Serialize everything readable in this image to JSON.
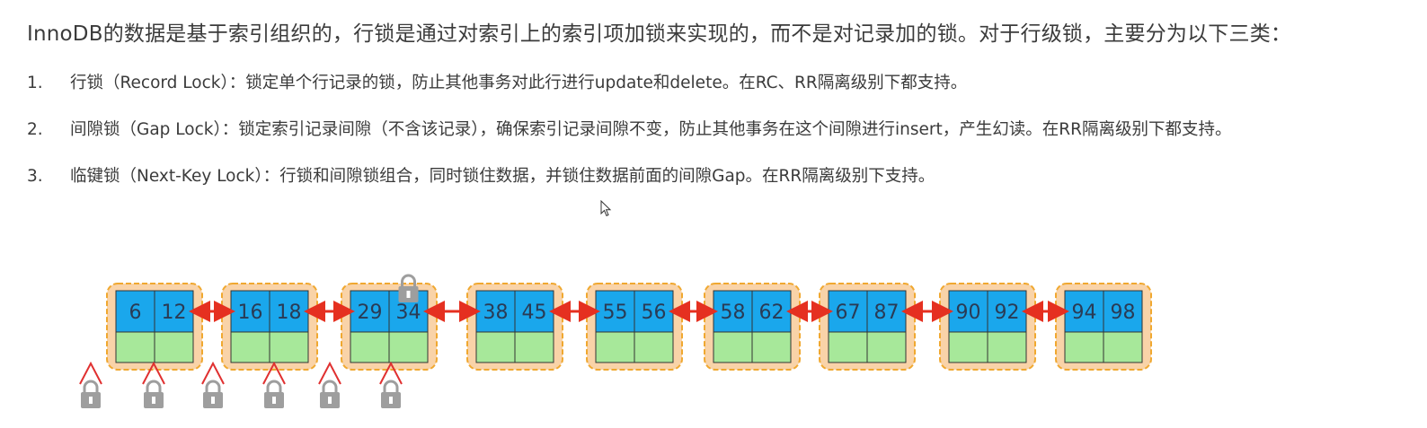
{
  "intro": "InnoDB的数据是基于索引组织的，行锁是通过对索引上的索引项加锁来实现的，而不是对记录加的锁。对于行级锁，主要分为以下三类：",
  "items": [
    {
      "num": "1.",
      "text": "行锁（Record Lock）：锁定单个行记录的锁，防止其他事务对此行进行update和delete。在RC、RR隔离级别下都支持。"
    },
    {
      "num": "2.",
      "text": "间隙锁（Gap Lock）：锁定索引记录间隙（不含该记录），确保索引记录间隙不变，防止其他事务在这个间隙进行insert，产生幻读。在RR隔离级别下都支持。"
    },
    {
      "num": "3.",
      "text": "临键锁（Next-Key Lock）：行锁和间隙锁组合，同时锁住数据，并锁住数据前面的间隙Gap。在RR隔离级别下支持。"
    }
  ],
  "diagram": {
    "nodes": [
      [
        "6",
        "12"
      ],
      [
        "16",
        "18"
      ],
      [
        "29",
        "34"
      ],
      [
        "38",
        "45"
      ],
      [
        "55",
        "56"
      ],
      [
        "58",
        "62"
      ],
      [
        "67",
        "87"
      ],
      [
        "90",
        "92"
      ],
      [
        "94",
        "98"
      ]
    ],
    "record_lock_key": "34",
    "gap_locks": 6,
    "colors": {
      "key_cell": "#1aa7ec",
      "data_cell": "#a7e89a",
      "node_bg": "#f9d3a8",
      "node_border": "#f0a830",
      "arrow": "#e53020",
      "gap_marker": "#e03030",
      "lock": "#9e9e9e"
    }
  }
}
